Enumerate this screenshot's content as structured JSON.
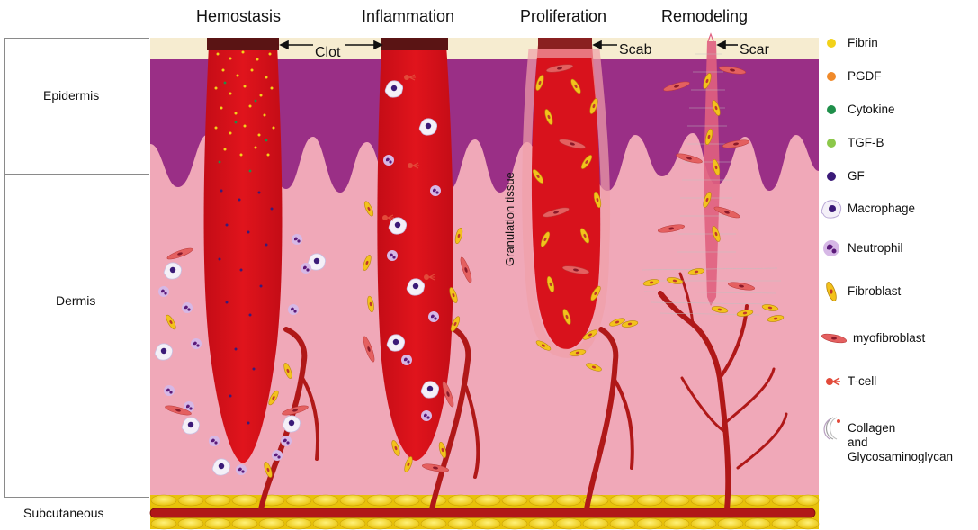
{
  "stages": [
    "Hemostasis",
    "Inflammation",
    "Proliferation",
    "Remodeling"
  ],
  "layers": {
    "epidermis": "Epidermis",
    "dermis": "Dermis",
    "subcutaneous": "Subcutaneous"
  },
  "annotations": {
    "clot": "Clot",
    "scab": "Scab",
    "scar": "Scar",
    "granulation": "Granulation tissue"
  },
  "legend": [
    {
      "icon": "fibrin-dot",
      "label": "Fibrin",
      "color": "#f2d21a"
    },
    {
      "icon": "pgdf-dot",
      "label": "PGDF",
      "color": "#f08a2a"
    },
    {
      "icon": "cytokine-dot",
      "label": "Cytokine",
      "color": "#1f8f4a"
    },
    {
      "icon": "tgfb-dot",
      "label": "TGF-B",
      "color": "#8cc84a"
    },
    {
      "icon": "gf-dot",
      "label": "GF",
      "color": "#3b1a78"
    },
    {
      "icon": "macrophage-cell",
      "label": "Macrophage",
      "color": "#6b3fa0"
    },
    {
      "icon": "neutrophil-cell",
      "label": "Neutrophil",
      "color": "#7b2b8f"
    },
    {
      "icon": "fibroblast-cell",
      "label": "Fibroblast",
      "color": "#f0c020"
    },
    {
      "icon": "myofibroblast-cell",
      "label": "myofibroblast",
      "color": "#e06060"
    },
    {
      "icon": "t-cell",
      "label": "T-cell",
      "color": "#e24a3a"
    },
    {
      "icon": "collagen-fiber",
      "label": "Collagen\nand\nGlycosaminoglycan",
      "color": "#c8c8c8"
    }
  ],
  "colors": {
    "skin_top": "#f6ecd0",
    "epidermis": "#9a2f86",
    "dermis": "#f0a8b8",
    "wound": "#d8121c",
    "scab": "#6a1a1a",
    "fat": "#f2d418",
    "vessel": "#b01818"
  }
}
